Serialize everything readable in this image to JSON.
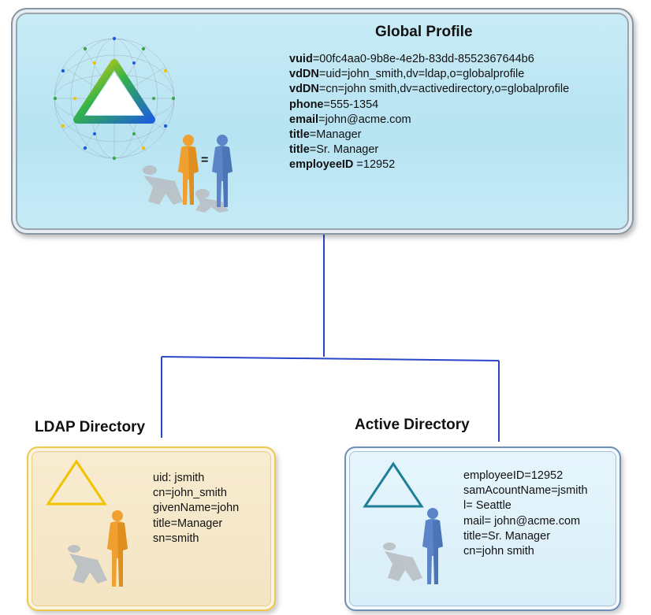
{
  "global_profile": {
    "title": "Global Profile",
    "attributes": [
      {
        "key": "vuid",
        "sep": "=",
        "value": "00fc4aa0-9b8e-4e2b-83dd-8552367644b6"
      },
      {
        "key": "vdDN",
        "sep": "=",
        "value": "uid=john_smith,dv=ldap,o=globalprofile"
      },
      {
        "key": "vdDN",
        "sep": "=",
        "value": "cn=john smith,dv=activedirectory,o=globalprofile"
      },
      {
        "key": "phone",
        "sep": "=",
        "value": "555-1354"
      },
      {
        "key": "email",
        "sep": "=",
        "value": "john@acme.com"
      },
      {
        "key": "title",
        "sep": "=",
        "value": "Manager"
      },
      {
        "key": "title",
        "sep": "=",
        "value": "Sr. Manager"
      },
      {
        "key": "employeeID",
        "sep": " =",
        "value": "12952"
      }
    ],
    "equals_sign": "="
  },
  "ldap_directory": {
    "title": "LDAP Directory",
    "lines": [
      "uid: jsmith",
      "cn=john_smith",
      "givenName=john",
      "title=Manager",
      "sn=smith"
    ]
  },
  "active_directory": {
    "title": "Active Directory",
    "lines": [
      "employeeID=12952",
      "samAcountName=jsmith",
      "l= Seattle",
      "mail= john@acme.com",
      "title=Sr. Manager",
      "cn=john smith"
    ]
  },
  "colors": {
    "connector": "#2b46c9",
    "ldap_triangle": "#f2c200",
    "ad_triangle": "#1f7f96",
    "orange_person": "#f0a030",
    "blue_person": "#5b85c8"
  }
}
